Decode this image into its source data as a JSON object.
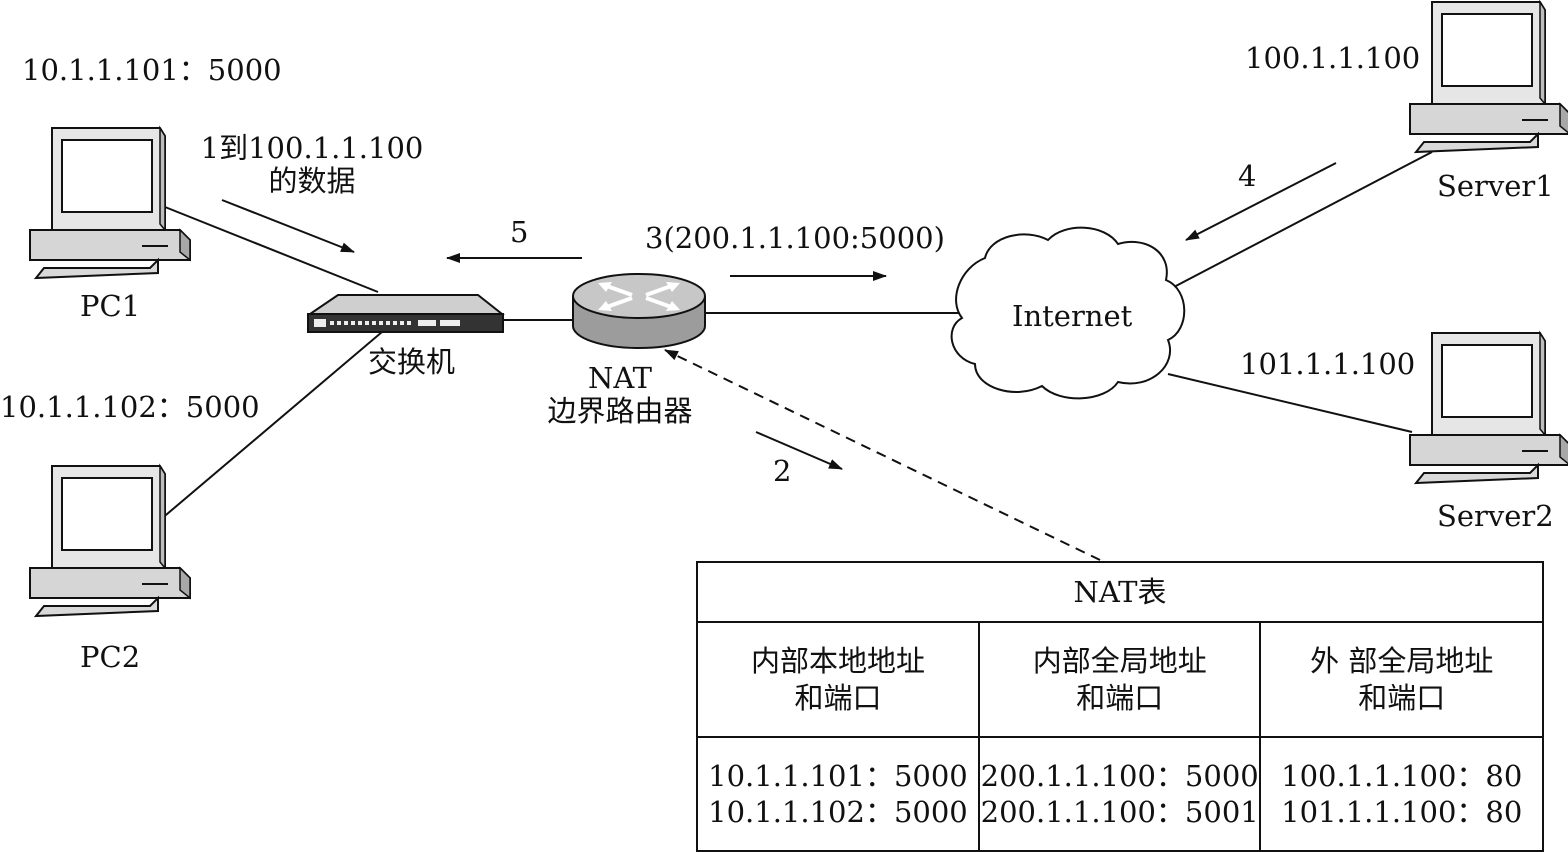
{
  "labels": {
    "pc1_ip": "10.1.1.101：5000",
    "pc2_ip": "10.1.1.102：5000",
    "pc1": "PC1",
    "pc2": "PC2",
    "step1_line1": "1到100.1.1.100",
    "step1_line2": "的数据",
    "switch": "交换机",
    "router_line1": "NAT",
    "router_line2": "边界路由器",
    "step5": "5",
    "step3": "3(200.1.1.100:5000)",
    "step2": "2",
    "step4": "4",
    "internet": "Internet",
    "server1_ip": "100.1.1.100",
    "server1": "Server1",
    "server2_ip": "101.1.1.100",
    "server2": "Server2"
  },
  "nat_table": {
    "title": "NAT表",
    "headers": [
      [
        "内部本地地址",
        "和端口"
      ],
      [
        "内部全局地址",
        "和端口"
      ],
      [
        "外 部全局地址",
        "和端口"
      ]
    ],
    "rows": [
      [
        "10.1.1.101：5000",
        "200.1.1.100：5000",
        "100.1.1.100：80"
      ],
      [
        "10.1.1.102：5000",
        "200.1.1.100：5001",
        "101.1.1.100：80"
      ]
    ]
  },
  "colors": {
    "line": "#111111",
    "device_fill": "#dcdcdc",
    "device_dark": "#9a9a9a",
    "router_fill": "#b8b8b8"
  },
  "icons": {
    "pc": "computer-icon",
    "switch": "switch-icon",
    "router": "router-icon",
    "cloud": "cloud-icon"
  }
}
